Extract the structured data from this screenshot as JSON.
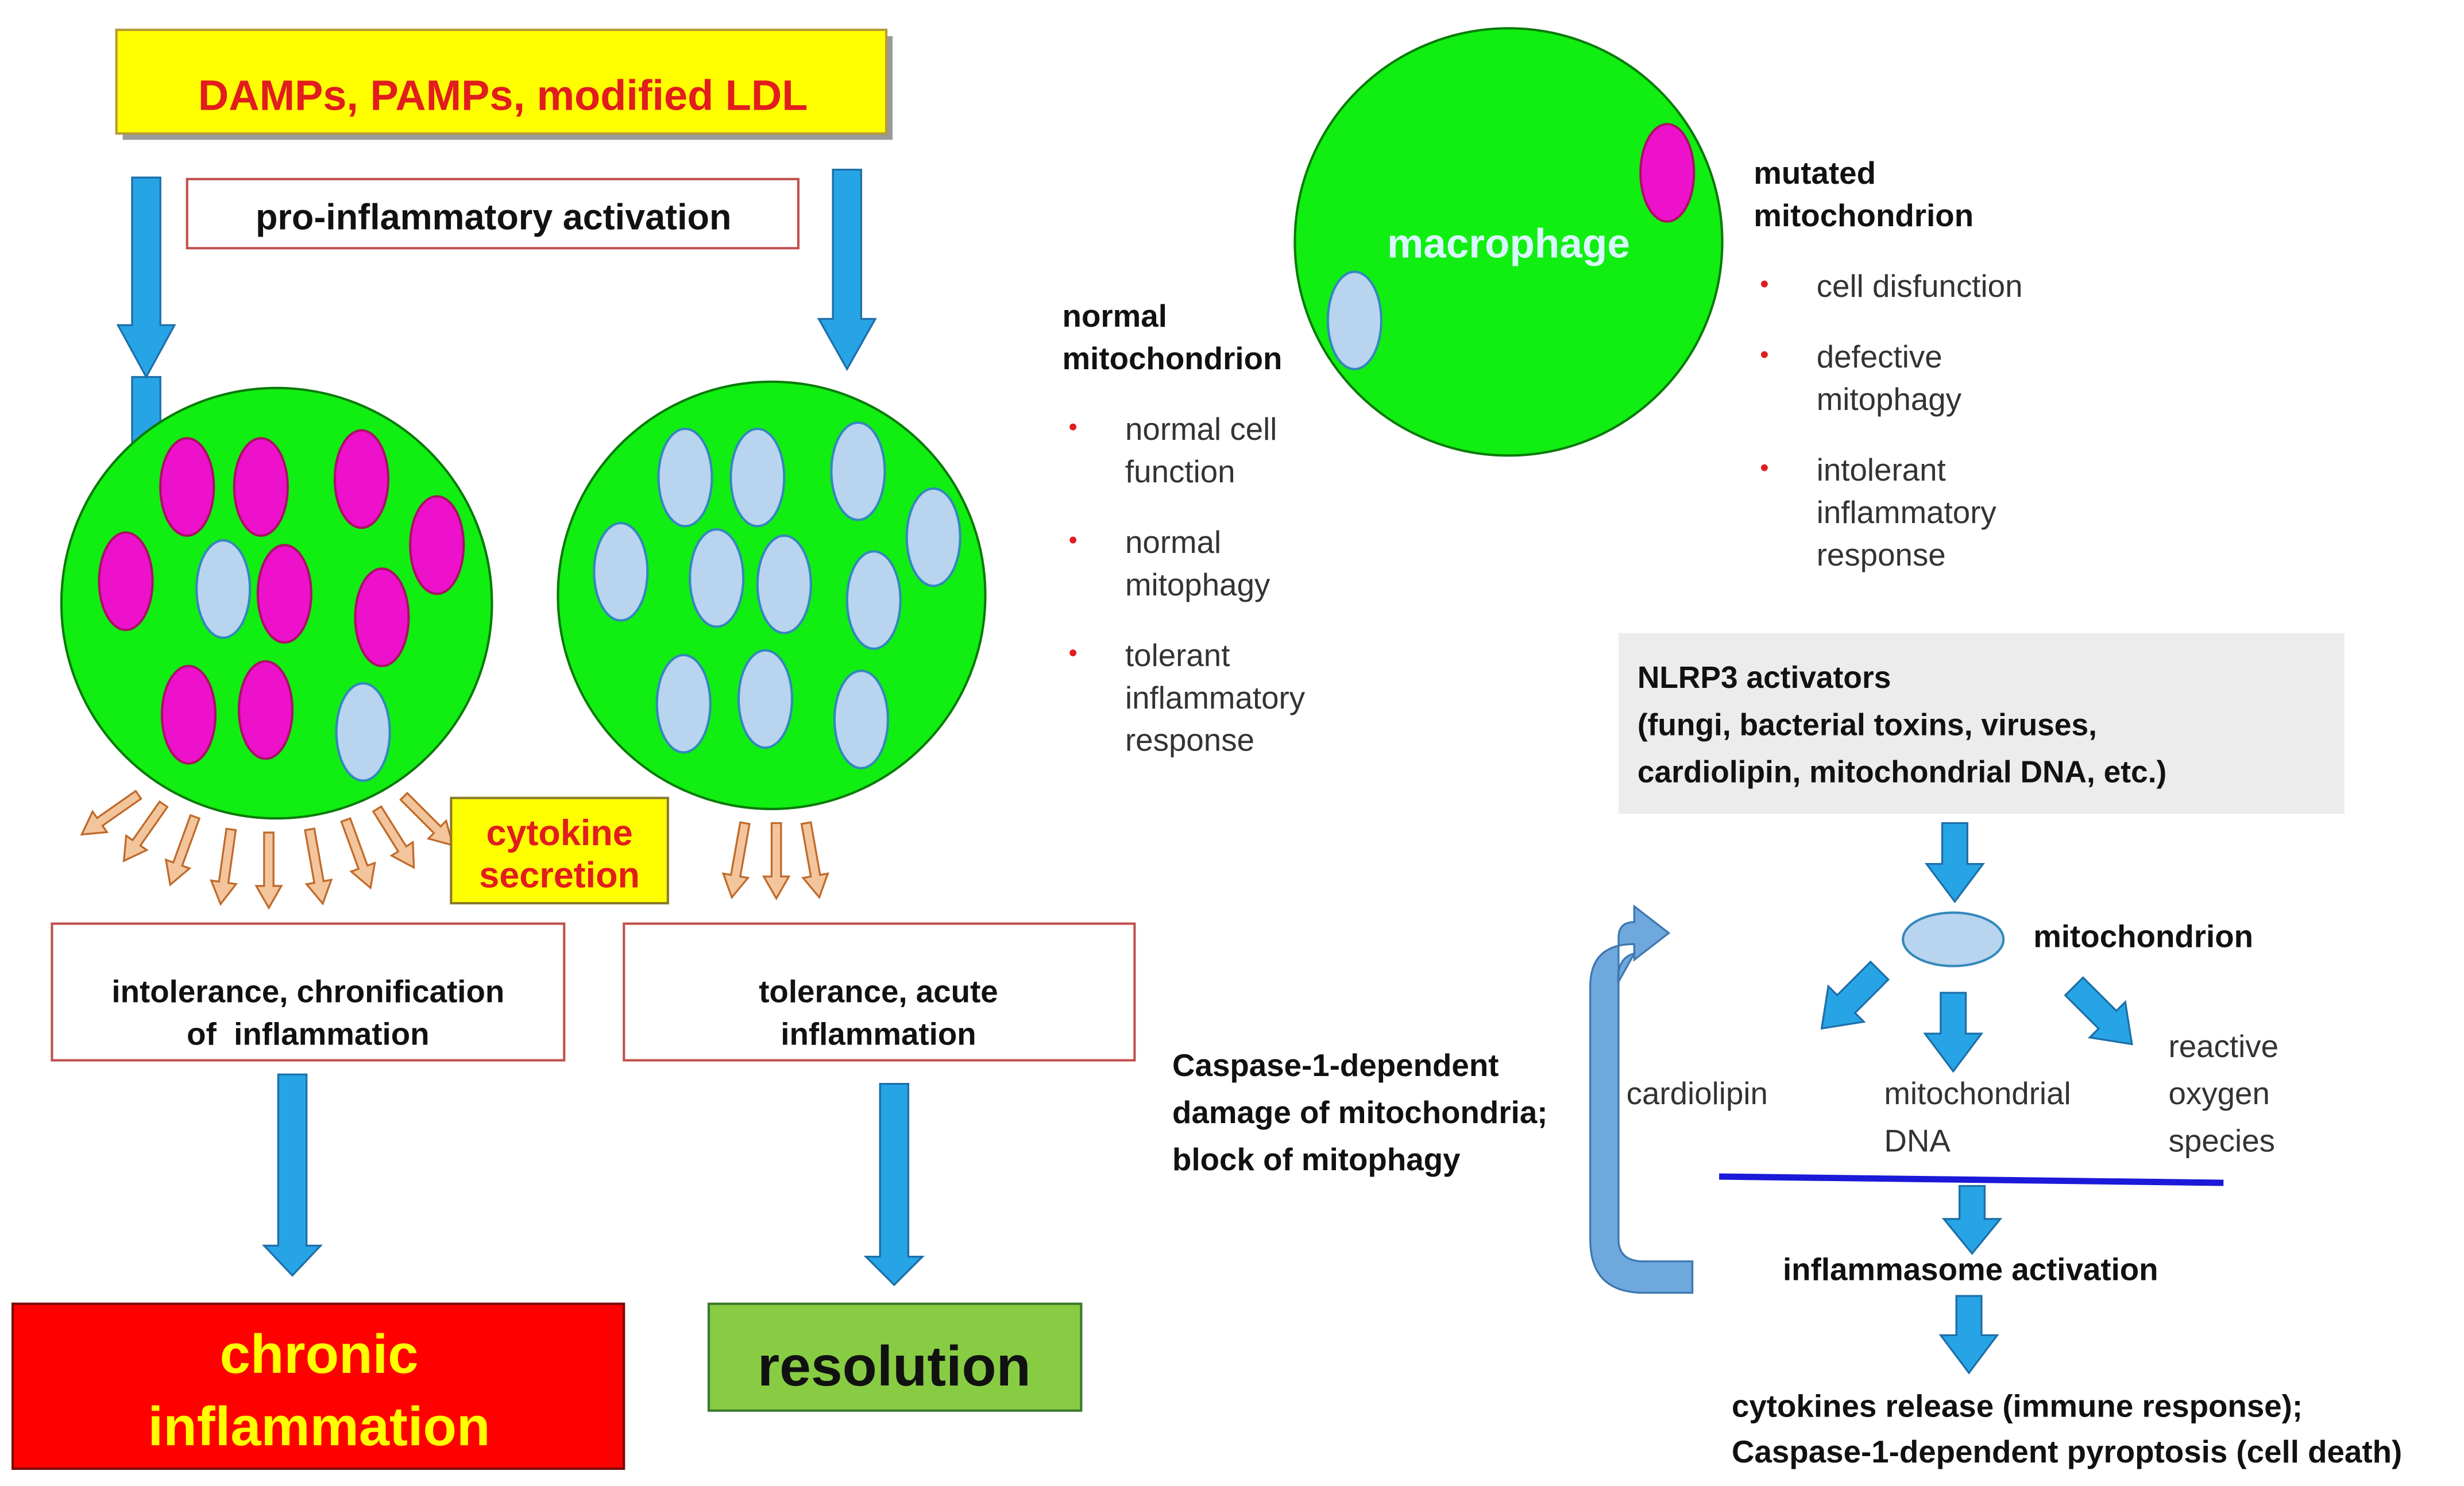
{
  "colors": {
    "arrow_blue": "#27a4e6",
    "arrow_blue_stroke": "#1d6fa8",
    "cell_green": "#11ee11",
    "mito_pink": "#ee11cc",
    "mito_pink_stroke": "#aa1166",
    "mito_light": "#b8d4ee",
    "mito_light_stroke": "#3388bb",
    "tan_arrow": "#f3c59c",
    "tan_arrow_stroke": "#c06a2b",
    "yellow": "#ffff00",
    "red": "#ff0000",
    "dark_red_text": "#dd1111",
    "resolution_green": "#88cc44",
    "gray_box": "#ececec",
    "feedback_arrow": "#6fa8dc",
    "blue_line": "#1a1ad8"
  },
  "left": {
    "top_box": "DAMPs, PAMPs, modified LDL",
    "pro_inflammatory": "pro-inflammatory activation",
    "cytokine_secretion": [
      "cytokine",
      "secretion"
    ],
    "intolerance_box": [
      "intolerance, chronification",
      "of  inflammation"
    ],
    "tolerance_box": [
      "tolerance, acute",
      "inflammation"
    ],
    "chronic_box": [
      "chronic",
      "inflammation"
    ],
    "resolution_box": "resolution"
  },
  "macrophage": {
    "label": "macrophage",
    "normal_title": [
      "normal",
      "mitochondrion"
    ],
    "normal_bullets": [
      [
        "normal cell",
        "function"
      ],
      [
        "normal",
        "mitophagy"
      ],
      [
        "tolerant",
        "inflammatory",
        "response"
      ]
    ],
    "mutated_title": [
      "mutated",
      "mitochondrion"
    ],
    "mutated_bullets": [
      [
        "cell disfunction"
      ],
      [
        "defective",
        "mitophagy"
      ],
      [
        "intolerant",
        "inflammatory",
        "response"
      ]
    ]
  },
  "nlrp3": {
    "box_lines": [
      "NLRP3 activators",
      "(fungi, bacterial toxins, viruses,",
      "cardiolipin, mitochondrial DNA, etc.)"
    ],
    "mitochondrion": "mitochondrion",
    "cardiolipin": "cardiolipin",
    "mito_dna": [
      "mitochondrial",
      "DNA"
    ],
    "ros": [
      "reactive",
      "oxygen",
      "species"
    ],
    "caspase_damage": [
      "Caspase-1-dependent",
      "damage of mitochondria;",
      "block of mitophagy"
    ],
    "inflammasome": "inflammasome activation",
    "outcome": [
      "cytokines release (immune response);",
      "Caspase-1-dependent pyroptosis (cell death)"
    ]
  }
}
